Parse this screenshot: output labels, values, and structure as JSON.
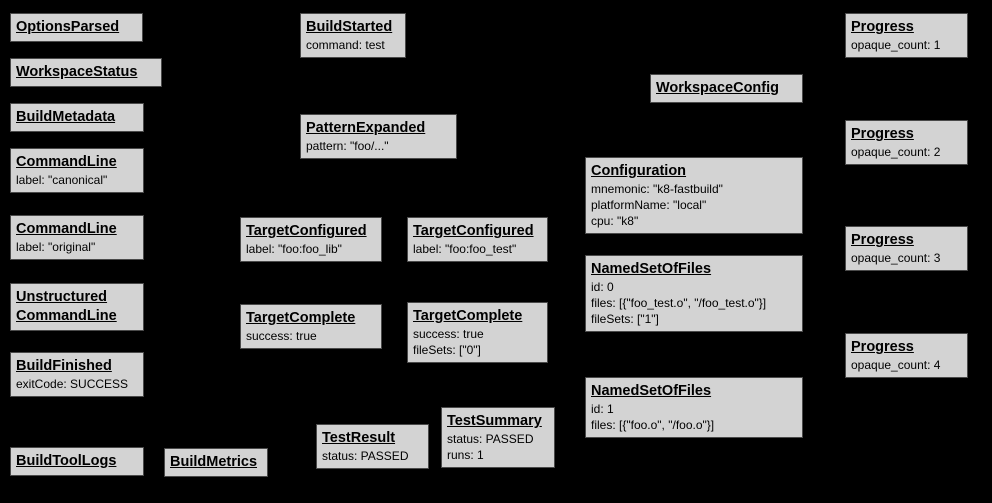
{
  "diagram": {
    "background_color": "#000000",
    "box_fill_color": "#d3d3d3",
    "box_border_color": "#4a4a4a",
    "text_color": "#000000"
  },
  "nodes": {
    "options_parsed": {
      "title": "OptionsParsed"
    },
    "workspace_status": {
      "title": "WorkspaceStatus"
    },
    "build_metadata": {
      "title": "BuildMetadata"
    },
    "command_line_canonical": {
      "title": "CommandLine",
      "lines": [
        "label: \"canonical\""
      ]
    },
    "command_line_original": {
      "title": "CommandLine",
      "lines": [
        "label: \"original\""
      ]
    },
    "unstructured_command_line": {
      "title": "Unstructured\nCommandLine"
    },
    "build_finished": {
      "title": "BuildFinished",
      "lines": [
        "exitCode: SUCCESS"
      ]
    },
    "build_tool_logs": {
      "title": "BuildToolLogs"
    },
    "build_metrics": {
      "title": "BuildMetrics"
    },
    "build_started": {
      "title": "BuildStarted",
      "lines": [
        "command: test"
      ]
    },
    "pattern_expanded": {
      "title": "PatternExpanded",
      "lines": [
        "pattern: \"foo/...\""
      ]
    },
    "target_configured_lib": {
      "title": "TargetConfigured",
      "lines": [
        "label: \"foo:foo_lib\""
      ]
    },
    "target_configured_test": {
      "title": "TargetConfigured",
      "lines": [
        "label: \"foo:foo_test\""
      ]
    },
    "target_complete_lib": {
      "title": "TargetComplete",
      "lines": [
        "success: true"
      ]
    },
    "target_complete_test": {
      "title": "TargetComplete",
      "lines": [
        "success: true",
        "fileSets: [\"0\"]"
      ]
    },
    "test_result": {
      "title": "TestResult",
      "lines": [
        "status: PASSED"
      ]
    },
    "test_summary": {
      "title": "TestSummary",
      "lines": [
        "status: PASSED",
        "runs: 1"
      ]
    },
    "workspace_config": {
      "title": "WorkspaceConfig"
    },
    "configuration": {
      "title": "Configuration",
      "lines": [
        "mnemonic: \"k8-fastbuild\"",
        "platformName: \"local\"",
        "cpu: \"k8\""
      ]
    },
    "named_set_of_files_0": {
      "title": "NamedSetOfFiles",
      "lines": [
        "id: 0",
        "files: [{\"foo_test.o\", \"/foo_test.o\"}]",
        "fileSets: [\"1\"]"
      ]
    },
    "named_set_of_files_1": {
      "title": "NamedSetOfFiles",
      "lines": [
        "id: 1",
        "files: [{\"foo.o\", \"/foo.o\"}]"
      ]
    },
    "progress_1": {
      "title": "Progress",
      "lines": [
        "opaque_count: 1"
      ]
    },
    "progress_2": {
      "title": "Progress",
      "lines": [
        "opaque_count: 2"
      ]
    },
    "progress_3": {
      "title": "Progress",
      "lines": [
        "opaque_count: 3"
      ]
    },
    "progress_4": {
      "title": "Progress",
      "lines": [
        "opaque_count: 4"
      ]
    }
  }
}
